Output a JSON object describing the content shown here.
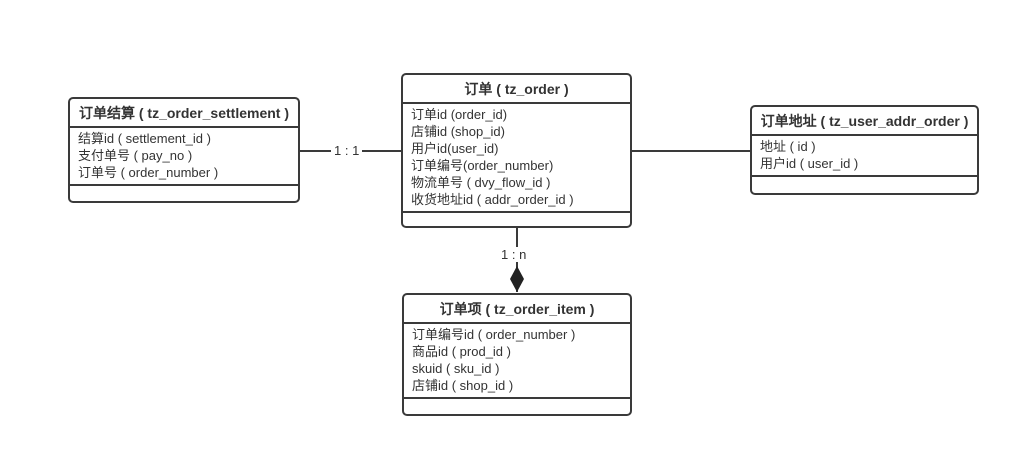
{
  "diagram": {
    "colors": {
      "line": "#3a3a3a",
      "text": "#333333",
      "background": "#ffffff"
    },
    "entities": [
      {
        "id": "order-settlement",
        "title": "订单结算 ( tz_order_settlement )",
        "attributes": [
          "结算id ( settlement_id )",
          "支付单号 ( pay_no )",
          "订单号 ( order_number )"
        ]
      },
      {
        "id": "order",
        "title": "订单 ( tz_order )",
        "attributes": [
          "订单id (order_id)",
          "店铺id (shop_id)",
          "用户id(user_id)",
          "订单编号(order_number)",
          "物流单号 ( dvy_flow_id )",
          "收货地址id ( addr_order_id )"
        ]
      },
      {
        "id": "user-addr-order",
        "title": "订单地址 ( tz_user_addr_order )",
        "attributes": [
          "地址 ( id )",
          "用户id ( user_id )"
        ]
      },
      {
        "id": "order-item",
        "title": "订单项 ( tz_order_item )",
        "attributes": [
          "订单编号id ( order_number )",
          "商品id ( prod_id )",
          "skuid ( sku_id )",
          "店铺id ( shop_id )"
        ]
      }
    ],
    "connectors": [
      {
        "from": "订单结算",
        "to": "订单",
        "label": "1 : 1",
        "arrow": "none"
      },
      {
        "from": "订单",
        "to": "订单地址",
        "label": "",
        "arrow": "none"
      },
      {
        "from": "订单",
        "to": "订单项",
        "label": "1 : n",
        "arrow": "filled-diamond"
      }
    ]
  }
}
